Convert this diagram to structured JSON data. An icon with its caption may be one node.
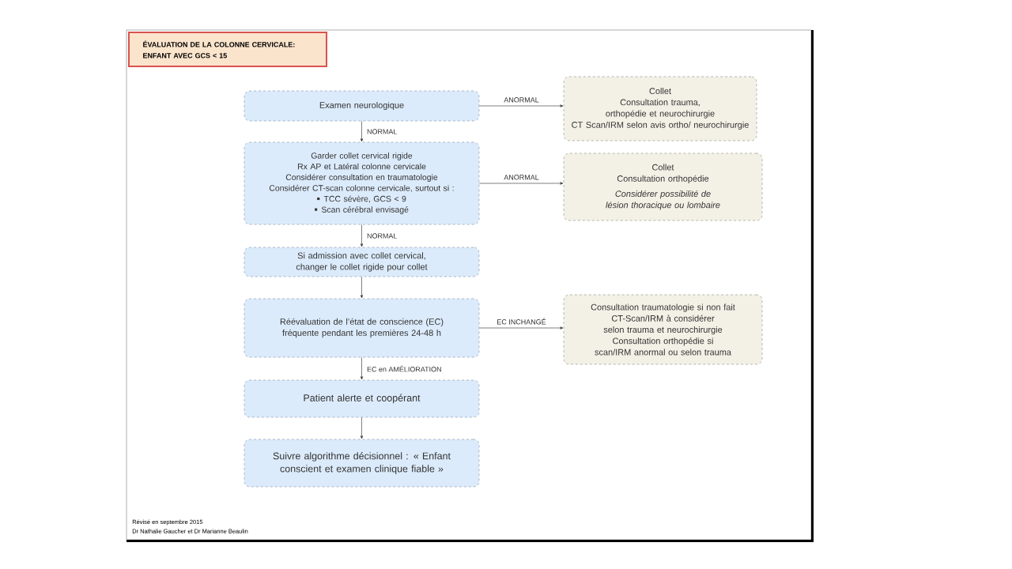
{
  "diagram": {
    "title": "ÉVALUATION DE LA COLONNE CERVICALE: ENFANT AVEC GCS < 15",
    "nodes": [
      {
        "text": [
          "Examen neurologique"
        ]
      },
      {
        "text": [
          "Collet",
          "Consultation trauma, orthopédie et neurochirurgie",
          "CT Scan/IRM selon avis ortho/ neurochirurgie"
        ]
      },
      {
        "text": [
          "Garder collet cervical rigide",
          "Rx AP et Latéral colonne cervicale",
          "Considérer consultation en traumatologie",
          "Considérer CT-scan colonne cervicale, surtout si :",
          "TCC sévère, GCS < 9",
          "Scan cérébral envisagé"
        ]
      },
      {
        "text": [
          "Collet",
          "Consultation orthopédie",
          "Considérer possibilité de lésion thoracique ou lombaire"
        ]
      },
      {
        "text": [
          "Si admission avec collet cervical, changer le collet rigide pour collet"
        ]
      },
      {
        "text": [
          "Réévaluation de l’état de conscience (EC) fréquente pendant les premières 24-48 h"
        ]
      },
      {
        "text": [
          "Consultation traumatologie si non fait",
          "CT-Scan/IRM à considérer selon trauma et neurochirurgie",
          "Consultation orthopédie si scan/IRM anormal ou selon trauma"
        ]
      },
      {
        "text": [
          "Patient alerte et coopérant"
        ]
      },
      {
        "text": [
          "Suivre algorithme décisionnel : « Enfant conscient et examen clinique fiable »"
        ]
      }
    ],
    "edges": [
      {
        "from": 0,
        "to": 1,
        "arrow": "to",
        "label": "ANORMAL"
      },
      {
        "from": 0,
        "to": 2,
        "arrow": "to",
        "label": "NORMAL"
      },
      {
        "from": 2,
        "to": 3,
        "arrow": "to",
        "label": "ANORMAL"
      },
      {
        "from": 2,
        "to": 4,
        "arrow": "to",
        "label": "NORMAL"
      },
      {
        "from": 4,
        "to": 5,
        "arrow": "to"
      },
      {
        "from": 5,
        "to": 6,
        "arrow": "to",
        "label": "EC INCHANGÉ"
      },
      {
        "from": 5,
        "to": 7,
        "arrow": "to",
        "label": "EC en AMÉLIORATION"
      },
      {
        "from": 7,
        "to": 8,
        "arrow": "to"
      }
    ],
    "labels": [
      "Révisé en septembre 2015",
      "Dr Nathalie Gaucher et Dr Marianne Beaulin"
    ]
  }
}
